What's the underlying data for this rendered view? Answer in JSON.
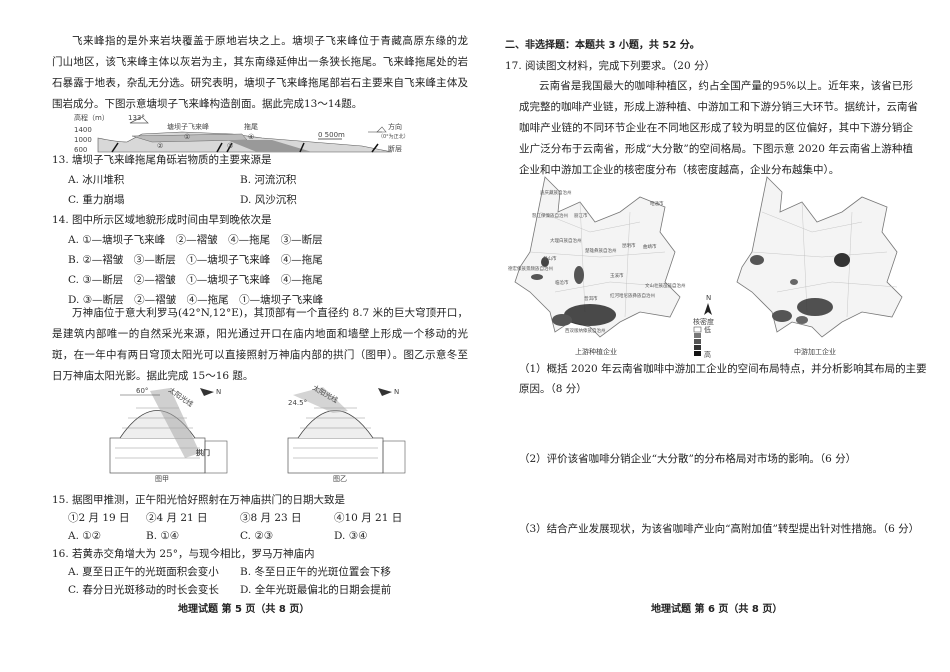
{
  "left_page": {
    "intro_13_14": [
      "飞来峰指的是外来岩块覆盖于原地岩块之上。塘坝子飞来峰位于青藏高原东缘的龙",
      "门山地区，该飞来峰主体以灰岩为主，其东南缘延伸出一条狭长拖尾。飞来峰拖尾处的岩",
      "石暴露于地表，杂乱无分选。研究表明，塘坝子飞来峰拖尾部岩石主要来自飞来峰主体及",
      "围岩成分。下图示意塘坝子飞来峰构造剖面。据此完成13～14题。"
    ],
    "profile_figure": {
      "y_axis_label": "高程（m）",
      "y_ticks": [
        "1400",
        "1000",
        "600"
      ],
      "direction_angle": "133°",
      "peak_label": "塘坝子飞来峰",
      "tail_label": "拖尾",
      "scale": "0  500m",
      "legend_direction": "方向",
      "legend_direction_note": "（0°为正北）",
      "legend_fault": "断层",
      "markers": [
        "①",
        "②",
        "③",
        "④"
      ]
    },
    "q13": {
      "stem": "13. 塘坝子飞来峰拖尾角砾岩物质的主要来源是",
      "options": [
        "A. 冰川堆积",
        "B. 河流沉积",
        "C. 重力崩塌",
        "D. 风沙沉积"
      ]
    },
    "q14": {
      "stem": "14. 图中所示区域地貌形成时间由早到晚依次是",
      "options": [
        "A. ①—塘坝子飞来峰　②—褶皱　④—拖尾　③—断层",
        "B. ②—褶皱　③—断层　①—塘坝子飞来峰　④—拖尾",
        "C. ③—断层　②—褶皱　①—塘坝子飞来峰　④—拖尾",
        "D. ③—断层　②—褶皱　④—拖尾　①—塘坝子飞来峰"
      ]
    },
    "intro_15_16": [
      "万神庙位于意大利罗马(42°N,12°E)，其顶部有一个直径约 8.7 米的巨大穹顶开口，",
      "是建筑内部唯一的自然采光来源，阳光通过开口在庙内地面和墙壁上形成一个移动的光",
      "斑，在一年中有两日穹顶太阳光可以直接照射万神庙内部的拱门（图甲）。图乙示意冬至",
      "日万神庙太阳光影。据此完成 15～16 题。"
    ],
    "figure_jia": {
      "angle": "60°",
      "sun_label": "太阳光线",
      "north": "N",
      "arch": "拱门",
      "caption": "图甲"
    },
    "figure_yi": {
      "angle": "24.5°",
      "sun_label": "太阳光线",
      "north": "N",
      "caption": "图乙"
    },
    "q15": {
      "stem": "15. 据图甲推测，正午阳光恰好照射在万神庙拱门的日期大致是",
      "items": [
        "①2 月 19 日",
        "②4 月 21 日",
        "③8 月 23 日",
        "④10 月 21 日"
      ],
      "options": [
        "A. ①②",
        "B. ①④",
        "C. ②③",
        "D. ③④"
      ]
    },
    "q16": {
      "stem": "16. 若黄赤交角增大为 25°，与现今相比，罗马万神庙内",
      "options": [
        "A. 夏至日正午的光斑面积会变小",
        "B. 冬至日正午的光斑位置会下移",
        "C. 春分日光斑移动的时长会变长",
        "D. 全年光斑最偏北的日期会提前"
      ]
    },
    "footer": "地理试题 第 5 页（共 8 页）"
  },
  "right_page": {
    "section_heading": "二、非选择题：本题共 3 小题，共 52 分。",
    "q17_stem": "17. 阅读图文材料，完成下列要求。（20 分）",
    "q17_material": [
      "云南省是我国最大的咖啡种植区，约占全国产量的95%以上。近年来，该省已形",
      "成完整的咖啡产业链，形成上游种植、中游加工和下游分销三大环节。据统计，云南省",
      "咖啡产业链的不同环节企业在不同地区形成了较为明显的区位偏好，其中下游分销企",
      "业广泛分布于云南省，形成“大分散”的空间格局。下图示意 2020 年云南省上游种植",
      "企业和中游加工企业的核密度分布（核密度越高，企业分布越集中）。"
    ],
    "map_figure": {
      "left_caption": "上游种植企业",
      "right_caption": "中游加工企业",
      "north": "N",
      "legend_title": "核密度",
      "legend_low": "低",
      "legend_high": "高",
      "legend_colors": [
        "#ffffff",
        "#777777",
        "#555555",
        "#333333",
        "#111111"
      ],
      "region_labels": [
        "迪庆藏族自治州",
        "怒江傈僳族自治州",
        "丽江市",
        "昭通市",
        "大理白族自治州",
        "楚雄彝族自治州",
        "昆明市",
        "曲靖市",
        "保山市",
        "德宏傣族景颇族自治州",
        "临沧市",
        "玉溪市",
        "普洱市",
        "红河哈尼族彝族自治州",
        "文山壮族苗族自治州",
        "西双版纳傣族自治州"
      ]
    },
    "sub_q1": [
      "（1）概括 2020 年云南省咖啡中游加工企业的空间布局特点，并分析影响其布局的主要",
      "原因。（8 分）"
    ],
    "sub_q2": "（2）评价该省咖啡分销企业“大分散”的分布格局对市场的影响。（6 分）",
    "sub_q3": "（3）结合产业发展现状，为该省咖啡产业向“高附加值”转型提出针对性措施。（6 分）",
    "footer": "地理试题 第 6 页（共 8 页）"
  }
}
